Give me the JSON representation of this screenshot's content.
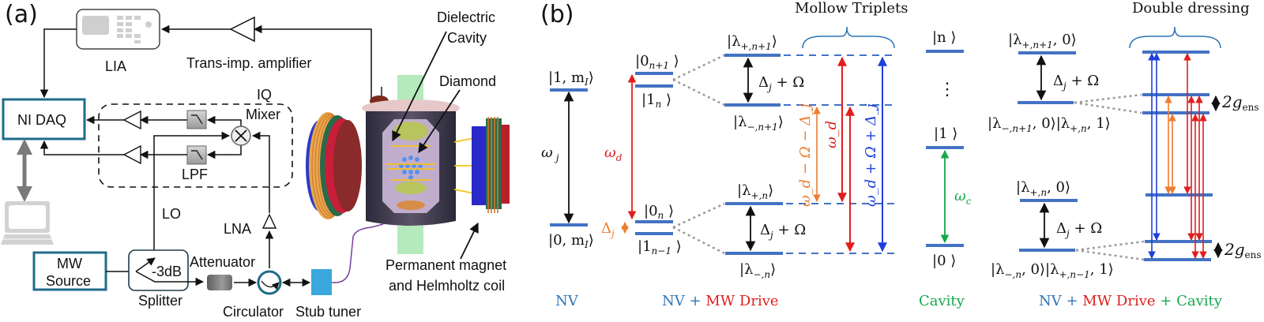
{
  "panel_a": {
    "label": "(a)",
    "components": {
      "lia": "LIA",
      "trans_imp_amp": "Trans-imp. amplifier",
      "ni_daq": "NI DAQ",
      "iq_mixer_line1": "IQ",
      "iq_mixer_line2": "Mixer",
      "lpf": "LPF",
      "lo": "LO",
      "lna": "LNA",
      "mw_source_line1": "MW",
      "mw_source_line2": "Source",
      "splitter_value": "-3dB",
      "splitter": "Splitter",
      "attenuator": "Attenuator",
      "circulator": "Circulator",
      "stub_tuner": "Stub tuner",
      "dielectric_cavity_line1": "Dielectric",
      "dielectric_cavity_line2": "Cavity",
      "diamond": "Diamond",
      "magnet_line1": "Permanent magnet",
      "magnet_line2": "and Helmholtz coil"
    },
    "colors": {
      "box_border": "#1f6b8a",
      "stub_tuner": "#3aa8dc",
      "cable": "#7a3fa0"
    }
  },
  "panel_b": {
    "label": "(b)",
    "titles": {
      "mollow": "Mollow Triplets",
      "double": "Double dressing"
    },
    "nv": {
      "upper": "|1, m",
      "upper_sub": "I",
      "upper_end": "⟩",
      "lower": "|0, m",
      "lower_sub": "I",
      "lower_end": "⟩",
      "transition": "ω",
      "transition_sub": "j",
      "caption": "NV"
    },
    "drive": {
      "top_a": "|0",
      "top_a_sub": "n+1",
      "top_a_end": " ⟩",
      "top_b": "|1",
      "top_b_sub": "n",
      "top_b_end": " ⟩",
      "bot_a": "|0",
      "bot_a_sub": "n",
      "bot_a_end": " ⟩",
      "bot_b": "|1",
      "bot_b_sub": "n−1",
      "bot_b_end": " ⟩",
      "omega_d": "ω",
      "omega_d_sub": "d",
      "detuning": "Δ",
      "detuning_sub": "j",
      "caption_nv": "NV",
      "caption_plus": " + ",
      "caption_mw": "MW Drive"
    },
    "dressed": {
      "lp_n1": "|λ",
      "lp_n1_sub": "+,n+1",
      "lm_n1": "|λ",
      "lm_n1_sub": "−,n+1",
      "lp_n": "|λ",
      "lp_n_sub": "+,n",
      "lm_n": "|λ",
      "lm_n_sub": "−,n",
      "ket_end": "⟩",
      "splitting": "Δ",
      "splitting_sub": "j",
      "splitting_end": " + Ω",
      "arrow_orange": "ω_d − Ω − Δ_j",
      "arrow_red": "ω_d",
      "arrow_blue": "ω_d + Ω + Δ_j"
    },
    "cavity": {
      "n": "|n ⟩",
      "ellipsis": "⋮",
      "one": "|1 ⟩",
      "zero": "|0 ⟩",
      "omega_c": "ω",
      "omega_c_sub": "c",
      "caption": "Cavity"
    },
    "double_dressing": {
      "top": "|λ",
      "top_sub": "+,n+1",
      "top_end": ", 0⟩",
      "mid_a": "|λ",
      "mid_a_sub": "−,n+1",
      "mid_a_mid": ", 0⟩|λ",
      "mid_a_sub2": "+,n",
      "mid_a_end": ", 1⟩",
      "low_top": "|λ",
      "low_top_sub": "+,n",
      "low_top_end": ", 0⟩",
      "low_a": "|λ",
      "low_a_sub": "−,n",
      "low_a_mid": ", 0⟩|λ",
      "low_a_sub2": "+,n−1",
      "low_a_end": ", 1⟩",
      "splitting": "Δ",
      "splitting_sub": "j",
      "splitting_end": " + Ω",
      "gens": "2g",
      "gens_sub": "ens",
      "caption_nv": "NV",
      "caption_plus1": " + ",
      "caption_mw": "MW Drive",
      "caption_plus2": " + ",
      "caption_cavity": "Cavity"
    },
    "colors": {
      "level": "#4472c4",
      "nv_blue": "#2e75b6",
      "drive_red": "#e01e1e",
      "cavity_green": "#12a84a",
      "orange": "#ed7d31",
      "blue_arrow": "#1f3fdc"
    }
  }
}
